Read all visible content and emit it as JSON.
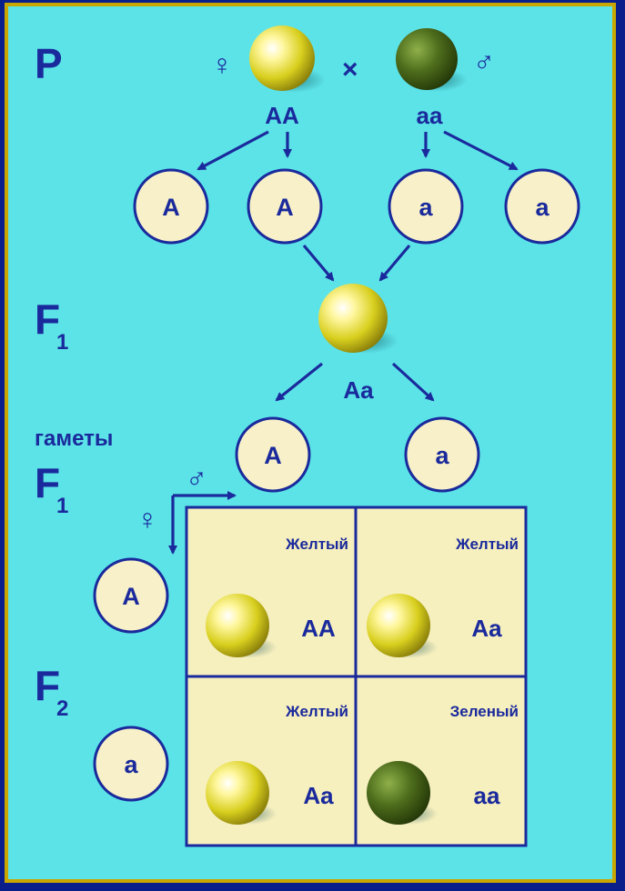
{
  "generations": {
    "p": "P",
    "f1_letter": "F",
    "f1_sub": "1",
    "gametes_word": "гаметы",
    "gametes_f_letter": "F",
    "gametes_f_sub": "1",
    "f2_letter": "F",
    "f2_sub": "2"
  },
  "symbols": {
    "female": "♀",
    "male": "♂",
    "cross": "×"
  },
  "parents": {
    "mother_genotype": "AA",
    "father_genotype": "aa"
  },
  "parent_gametes": [
    "A",
    "A",
    "a",
    "a"
  ],
  "f1": {
    "genotype": "Aa"
  },
  "f1_gametes": {
    "male": [
      "A",
      "a"
    ],
    "female": [
      "A",
      "a"
    ]
  },
  "punnett": {
    "cells": [
      {
        "phenotype": "Желтый",
        "genotype": "AA",
        "pea_color": "#d8cf1e"
      },
      {
        "phenotype": "Желтый",
        "genotype": "Aa",
        "pea_color": "#d8cf1e"
      },
      {
        "phenotype": "Желтый",
        "genotype": "Aa",
        "pea_color": "#d8cf1e"
      },
      {
        "phenotype": "Зеленый",
        "genotype": "aa",
        "pea_color": "#4e6d1c"
      }
    ]
  },
  "colors": {
    "background": "#5ce3e8",
    "border": "#0b1f8a",
    "text": "#1a2a9c",
    "circle_fill": "#f7f0c8",
    "table_fill": "#f6efbe",
    "yellow_pea": "#d8cf1e",
    "green_pea": "#4e6d1c"
  }
}
